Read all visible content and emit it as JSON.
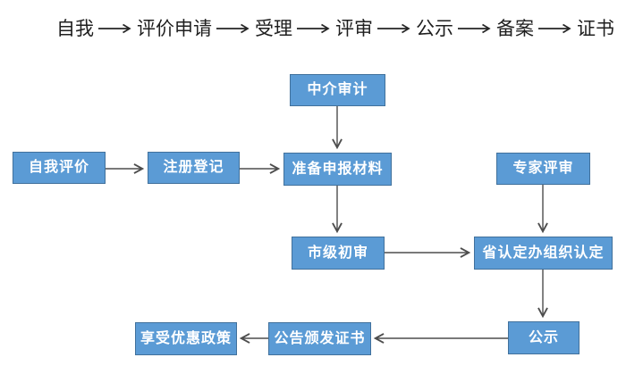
{
  "title": {
    "steps": [
      "自我",
      "评价申请",
      "受理",
      "评审",
      "公示",
      "备案",
      "证书"
    ]
  },
  "flowchart": {
    "nodes": [
      {
        "id": "intermediary-audit",
        "label": "中介审计"
      },
      {
        "id": "self-evaluation",
        "label": "自我评价"
      },
      {
        "id": "registration",
        "label": "注册登记"
      },
      {
        "id": "prepare-materials",
        "label": "准备申报材料"
      },
      {
        "id": "expert-review",
        "label": "专家评审"
      },
      {
        "id": "municipal-review",
        "label": "市级初审"
      },
      {
        "id": "provincial-accreditation",
        "label": "省认定办组织认定"
      },
      {
        "id": "publicity",
        "label": "公示"
      },
      {
        "id": "certificate-announcement",
        "label": "公告颁发证书"
      },
      {
        "id": "preferential-policy",
        "label": "享受优惠政策"
      }
    ]
  },
  "colors": {
    "node_fill": "#5B9BD5",
    "node_border": "#41719C",
    "node_text": "#FFFFFF",
    "flow_arrow": "#4D4D4D",
    "title_text": "#1F1F1F",
    "title_arrow": "#262626"
  }
}
